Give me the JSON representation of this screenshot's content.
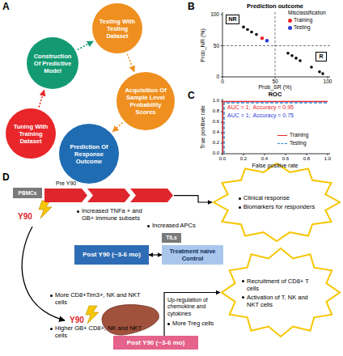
{
  "diagram": {
    "nodes": [
      {
        "text": [
          "Tuning With Training Dataset"
        ]
      },
      {
        "text": [
          "Construction Of Predictive Model"
        ]
      },
      {
        "text": [
          "Testing With Testing Dataset"
        ]
      },
      {
        "text": [
          "Acquisition Of Sample Level Probability Scores"
        ]
      },
      {
        "text": [
          "Prediction Of Response Outcome"
        ]
      },
      {
        "text": [
          "NR"
        ]
      },
      {
        "text": [
          "R"
        ]
      },
      {
        "text": [
          "PBMCs"
        ]
      },
      {
        "text": [
          "Pre Y90"
        ]
      },
      {
        "text": [
          "Clinical response",
          "Biomarkers for responders"
        ]
      },
      {
        "text": [
          "TILs"
        ]
      },
      {
        "text": [
          "Post Y90 (~3-6 mo)"
        ]
      },
      {
        "text": [
          "Treatment naive Control"
        ]
      },
      {
        "text": [
          "Recruitment of CD8+ T cells",
          "Activation of T, NK and NKT cells"
        ]
      },
      {
        "text": [
          "Post Y90 (~3-6 mo)"
        ]
      }
    ],
    "edges": [
      {
        "from": 0,
        "to": 1,
        "arrow": "to"
      },
      {
        "from": 1,
        "to": 2,
        "arrow": "to"
      },
      {
        "from": 2,
        "to": 3,
        "arrow": "to"
      },
      {
        "from": 3,
        "to": 4,
        "arrow": "to"
      },
      {
        "from": 11,
        "to": 12,
        "arrow": "both"
      },
      {
        "from": 14,
        "to": 13,
        "arrow": "to"
      },
      {
        "from": 8,
        "to": 9,
        "arrow": "to"
      }
    ],
    "labels": [
      "A",
      "B",
      "Prediction outcome",
      "Prob_NR (%)",
      "Prob_SR (%)",
      "100",
      "50",
      "0",
      "0",
      "50",
      "100",
      "Misclassification",
      "C",
      "ROC",
      "AUC = 1;",
      "Accuracy = 0.95",
      "AUC = 1;",
      "Accuracy = 0.75",
      "True positive rate",
      "False positive rate",
      "0.0",
      "0.2",
      "0.4",
      "0.6",
      "0.8",
      "1.0",
      "0.0",
      "0.2",
      "0.4",
      "0.6",
      "0.8",
      "1.0",
      "D",
      "Y90",
      "Increased TNFa + and GB+ immune subsets",
      "Increased APCs",
      "More CD8+Tim3+, NK and NKT cells",
      "Higher GB+ CD8+, NK and NKT cells",
      "More Treg cells",
      "Y90",
      "Up-regulation of chemokine and cytokines"
    ],
    "legend": [
      {
        "text": "Training",
        "color": "#e8262a"
      },
      {
        "text": "Testing",
        "color": "#2b3bd6"
      },
      {
        "text": "Training"
      },
      {
        "text": "Testing"
      }
    ]
  }
}
